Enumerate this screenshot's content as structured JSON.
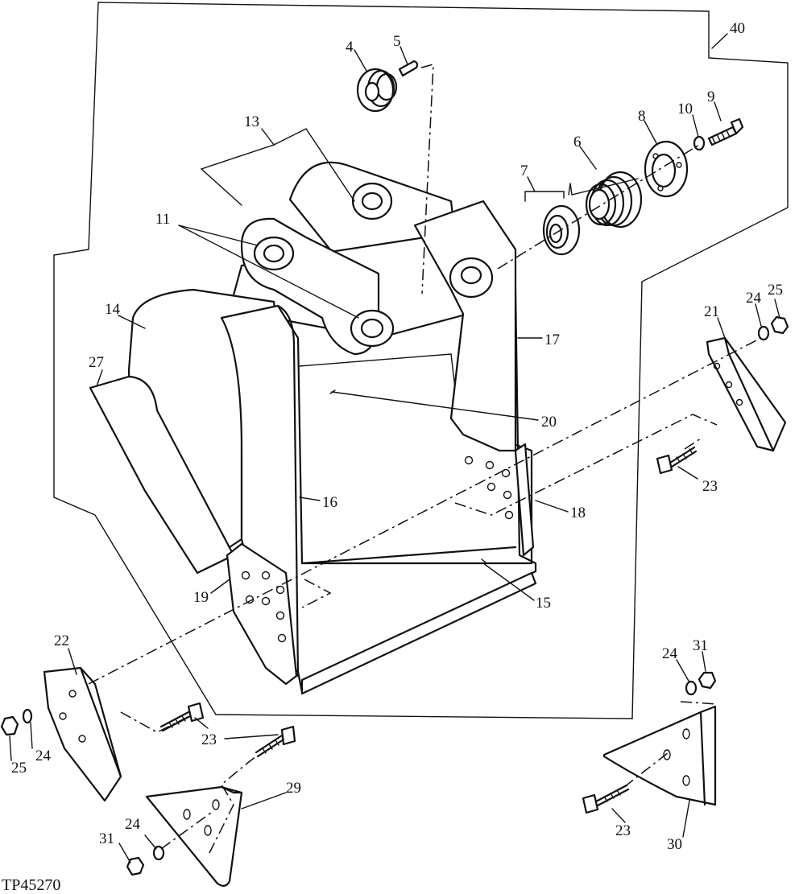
{
  "figure_id": "TP45270",
  "callouts": [
    {
      "id": "c1",
      "text": "4"
    },
    {
      "id": "c2",
      "text": "5"
    },
    {
      "id": "c3",
      "text": "13"
    },
    {
      "id": "c4",
      "text": "40"
    },
    {
      "id": "c5",
      "text": "10"
    },
    {
      "id": "c6",
      "text": "9"
    },
    {
      "id": "c7",
      "text": "8"
    },
    {
      "id": "c8",
      "text": "6"
    },
    {
      "id": "c9",
      "text": "7"
    },
    {
      "id": "c10",
      "text": "11"
    },
    {
      "id": "c11",
      "text": "14"
    },
    {
      "id": "c12",
      "text": "27"
    },
    {
      "id": "c13",
      "text": "17"
    },
    {
      "id": "c14",
      "text": "21"
    },
    {
      "id": "c15",
      "text": "24"
    },
    {
      "id": "c16",
      "text": "25"
    },
    {
      "id": "c17",
      "text": "20"
    },
    {
      "id": "c18",
      "text": "23"
    },
    {
      "id": "c19",
      "text": "16"
    },
    {
      "id": "c20",
      "text": "18"
    },
    {
      "id": "c21",
      "text": "19"
    },
    {
      "id": "c22",
      "text": "15"
    },
    {
      "id": "c23",
      "text": "22"
    },
    {
      "id": "c24",
      "text": "24"
    },
    {
      "id": "c25",
      "text": "31"
    },
    {
      "id": "c26",
      "text": "23"
    },
    {
      "id": "c27",
      "text": "25"
    },
    {
      "id": "c28",
      "text": "24"
    },
    {
      "id": "c29",
      "text": "23"
    },
    {
      "id": "c30",
      "text": "29"
    },
    {
      "id": "c31",
      "text": "31"
    },
    {
      "id": "c32",
      "text": "24"
    },
    {
      "id": "c33",
      "text": "23"
    },
    {
      "id": "c34",
      "text": "30"
    }
  ]
}
